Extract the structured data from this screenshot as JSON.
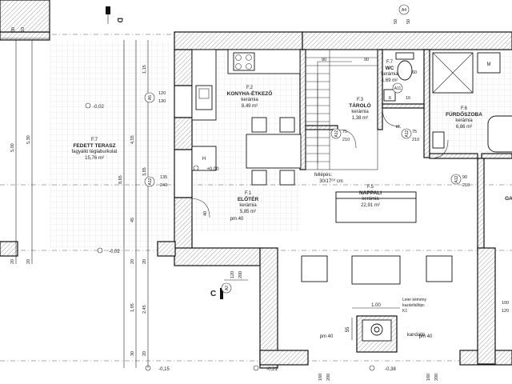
{
  "rooms": {
    "terrace": {
      "code": "F.7",
      "name": "FEDETT TERASZ",
      "material": "fagyálló téglaburkolat",
      "area": "15,76 m²"
    },
    "kitchen": {
      "code": "F.2",
      "name": "KONYHA-ÉTKEZŐ",
      "material": "kerámia",
      "area": "8,49 m²"
    },
    "storage": {
      "code": "F.3",
      "name": "TÁROLÓ",
      "material": "kerámia",
      "area": "1,38 m²"
    },
    "wc": {
      "code": "F.7",
      "name": "WC",
      "material": "kerámia",
      "area": "1,69 m²"
    },
    "bathroom": {
      "code": "F.6",
      "name": "FÜRDŐSZOBA",
      "material": "kerámia",
      "area": "6,86 m²"
    },
    "hall": {
      "code": "F.1",
      "name": "ELŐTÉR",
      "material": "kerámia",
      "area": "5,85 m²"
    },
    "living": {
      "code": "F.5",
      "name": "NAPPALI",
      "material": "kerámia",
      "area": "22,91 m²"
    },
    "partial": {
      "code": "GA"
    }
  },
  "annotations": {
    "stair": "fellépés:",
    "stair_dim": "30/17⁶⁰ cm",
    "elev_hall": "±0,00",
    "elev_terrace1": "-0,02",
    "elev_terrace2": "-0,02",
    "elev_bottom1": "-0,15",
    "elev_bottom2": "-0,21",
    "elev_bottom3": "-0,38",
    "pm_hall": "pm 40",
    "pm_left": "pm 40",
    "pm_right": "pm 40",
    "fireplace": "kandalló",
    "chimney1": "Leier kémény",
    "chimney2": "kazánfallöpc",
    "chimney3": "K1",
    "dim_100": "1.00",
    "dim_55": "55",
    "et": "et.",
    "section_c": "C",
    "section_d": "D",
    "kitchen_h": "H",
    "kitchen_m": "M"
  },
  "tags": {
    "a4": "A4",
    "a5": "A5",
    "a12a": "A12",
    "a12b": "A12",
    "a12c": "A12",
    "a12d": "A12",
    "a11": "A11",
    "a2": "A2"
  },
  "dims": {
    "top_50a": "50",
    "top_50b": "50",
    "top_10": "10",
    "top_30": "30",
    "top_90": "90",
    "top_90b": "90",
    "top_120": "120",
    "win_120": "120",
    "win_130": "130",
    "win_135": "135",
    "win_240": "240",
    "d_75": "75",
    "d_210": "210",
    "d_75b": "75",
    "d_210b": "210",
    "d_90": "90",
    "d_210c": "210",
    "d_60": "60",
    "d_16": "16",
    "d_6": "6",
    "bot_120": "120",
    "bot_200": "200",
    "bot_160": "160",
    "bot_200b": "200",
    "bot_160b": "160",
    "bot_200c": "200",
    "bot_100": "100",
    "bot_120b": "120",
    "v_500": "5,00",
    "v_530": "5,30",
    "v_865": "8,65",
    "v_455": "4,55",
    "v_385": "3,85",
    "v_115": "1,15",
    "v_195": "1,95",
    "v_245": "2,45",
    "v_45": "45",
    "v_20a": "20",
    "v_20b": "20",
    "v_30": "30",
    "v_20c": "20",
    "v_40": "40",
    "v_20d": "20",
    "v_20e": "20"
  }
}
